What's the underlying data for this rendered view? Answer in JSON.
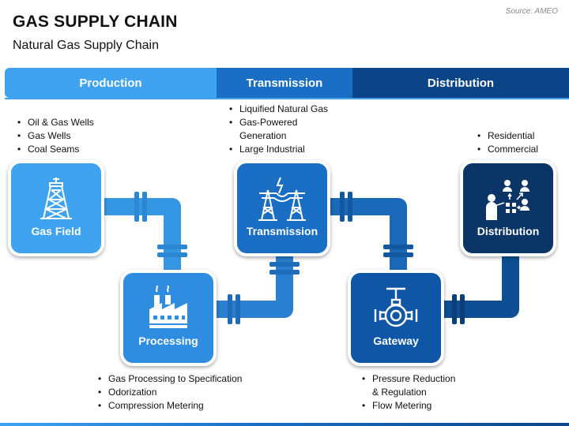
{
  "header": {
    "title": "GAS SUPPLY CHAIN",
    "subtitle": "Natural Gas Supply Chain",
    "source": "Source: AMEO"
  },
  "bands": [
    "Production",
    "Transmission",
    "Distribution"
  ],
  "colors": {
    "light": "#3fa3f0",
    "medium": "#1a6fc4",
    "dark": "#0c4587",
    "darkest": "#0a3566"
  },
  "nodes": {
    "gas_field": {
      "label": "Gas Field",
      "icon": "oil-derrick-icon",
      "bullets": [
        "Oil & Gas Wells",
        "Gas Wells",
        "Coal Seams"
      ]
    },
    "processing": {
      "label": "Processing",
      "icon": "factory-icon",
      "bullets": [
        "Gas Processing to Specification",
        "Odorization",
        "Compression Metering"
      ]
    },
    "transmission": {
      "label": "Transmission",
      "icon": "power-tower-icon",
      "bullets": [
        "Liquified Natural Gas",
        "Gas-Powered",
        "Generation",
        "Large Industrial"
      ]
    },
    "gateway": {
      "label": "Gateway",
      "icon": "valve-icon",
      "bullets": [
        "Pressure Reduction",
        "& Regulation",
        "Flow Metering"
      ]
    },
    "distribution": {
      "label": "Distribution",
      "icon": "presenter-network-icon",
      "bullets": [
        "Residential",
        "Commercial"
      ]
    }
  }
}
